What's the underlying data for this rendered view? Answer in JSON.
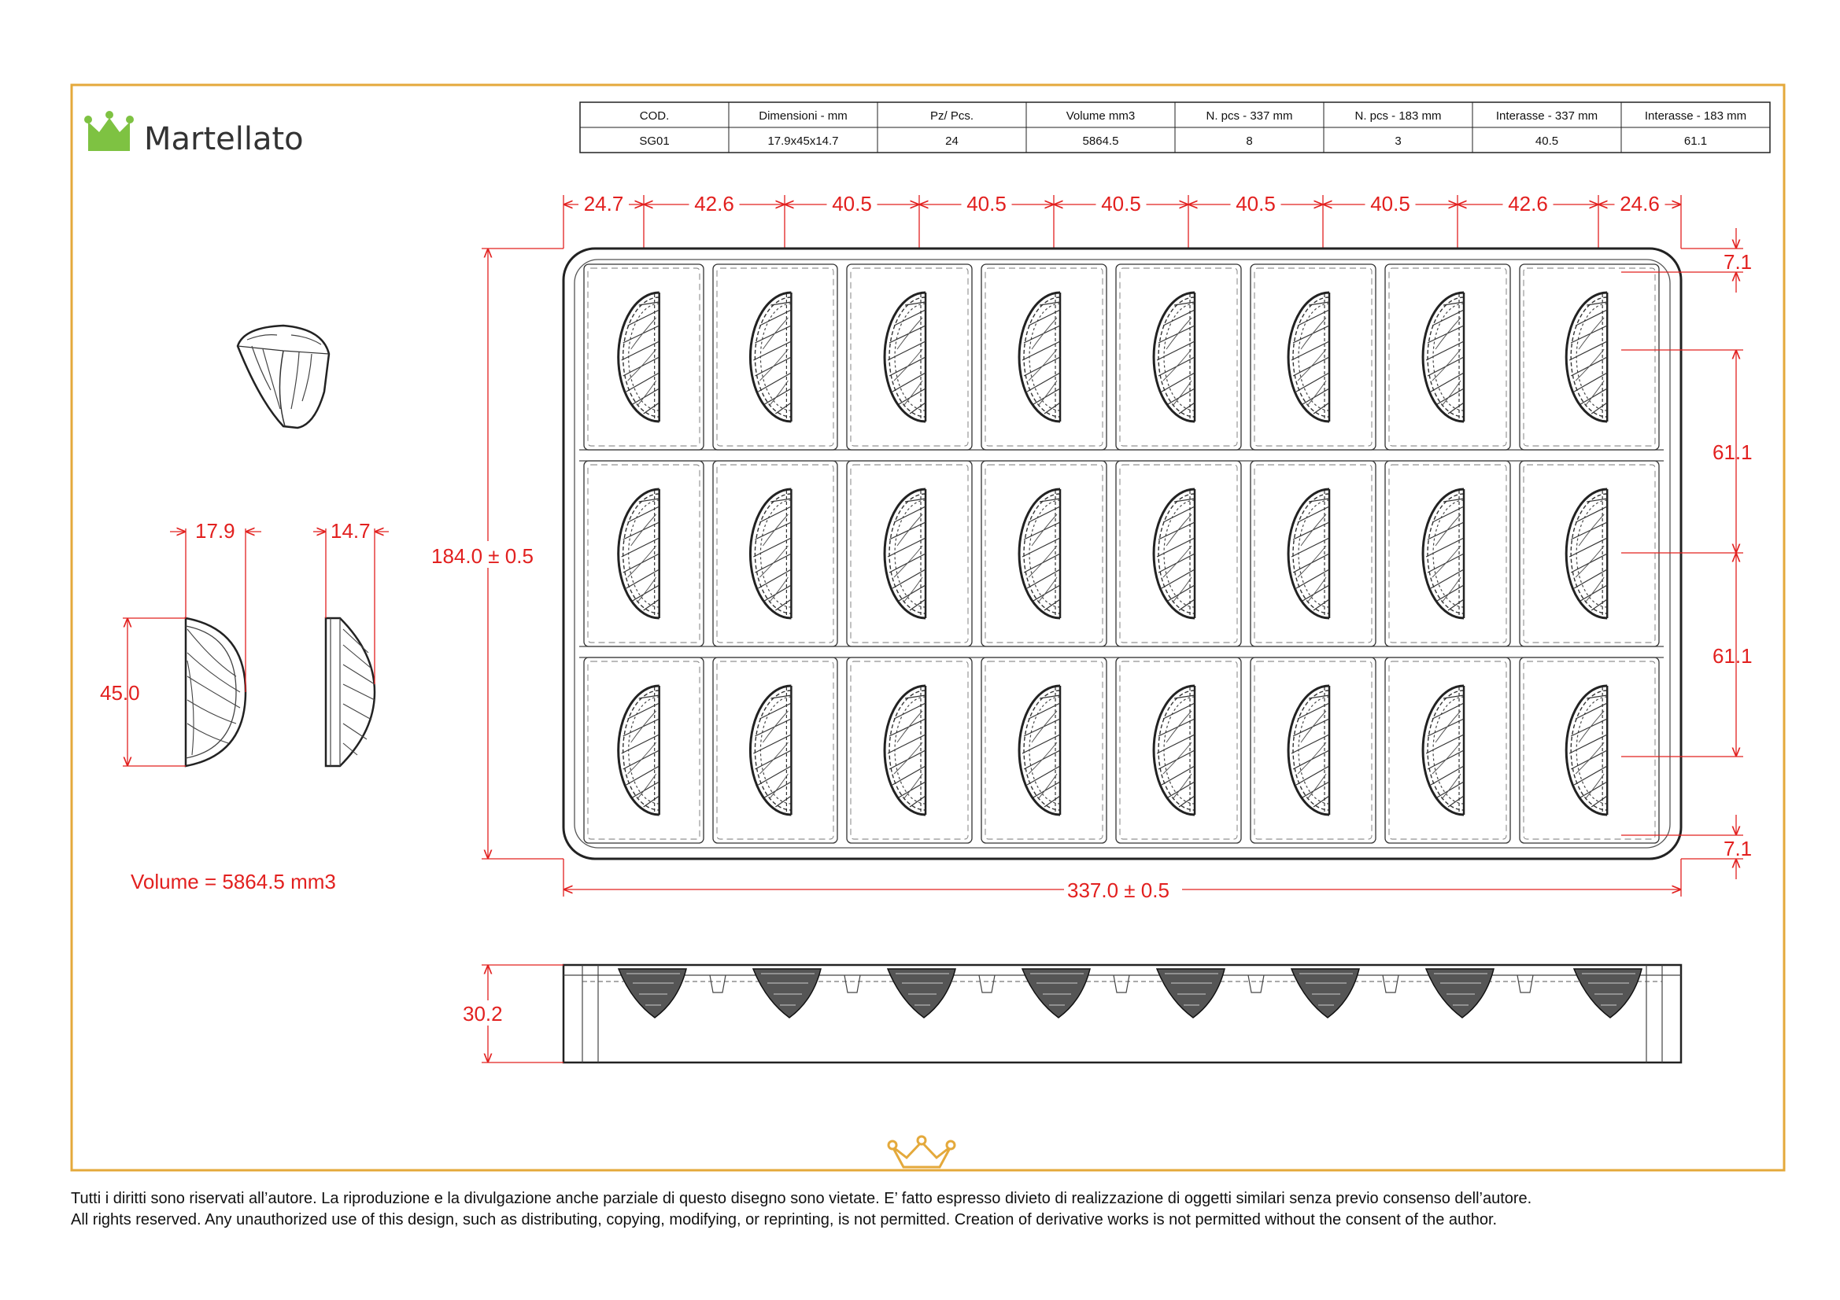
{
  "brand": {
    "name": "Martellato",
    "accent": "#7ec242",
    "frame_color": "#e4a93b",
    "dim_color": "#e2201f"
  },
  "spec_table": {
    "headers": [
      "COD.",
      "Dimensioni - mm",
      "Pz/ Pcs.",
      "Volume mm3",
      "N. pcs - 337 mm",
      "N. pcs - 183 mm",
      "Interasse - 337 mm",
      "Interasse - 183 mm"
    ],
    "values": [
      "SG01",
      "17.9x45x14.7",
      "24",
      "5864.5",
      "8",
      "3",
      "40.5",
      "61.1"
    ]
  },
  "top_dims": [
    "24.7",
    "42.6",
    "40.5",
    "40.5",
    "40.5",
    "40.5",
    "40.5",
    "42.6",
    "24.6"
  ],
  "right_dims": {
    "top_margin": "7.1",
    "pitch_1": "61.1",
    "pitch_2": "61.1",
    "bottom_margin": "7.1"
  },
  "overall": {
    "height": "184.0 ± 0.5",
    "width": "337.0 ± 0.5",
    "depth": "30.2"
  },
  "piece": {
    "width": "17.9",
    "thickness": "14.7",
    "height": "45.0",
    "volume": "Volume = 5864.5 mm3"
  },
  "grid": {
    "columns": 8,
    "rows": 3
  },
  "footer": {
    "it": "Tutti i diritti sono riservati all’autore. La riproduzione e la divulgazione anche parziale di questo disegno sono vietate. E’ fatto espresso divieto di realizzazione di oggetti similari senza previo consenso dell’autore.",
    "en": "All rights reserved. Any unauthorized use of this design, such as distributing, copying, modifying, or reprinting, is not permitted. Creation of derivative works is not permitted without the consent of the author."
  }
}
